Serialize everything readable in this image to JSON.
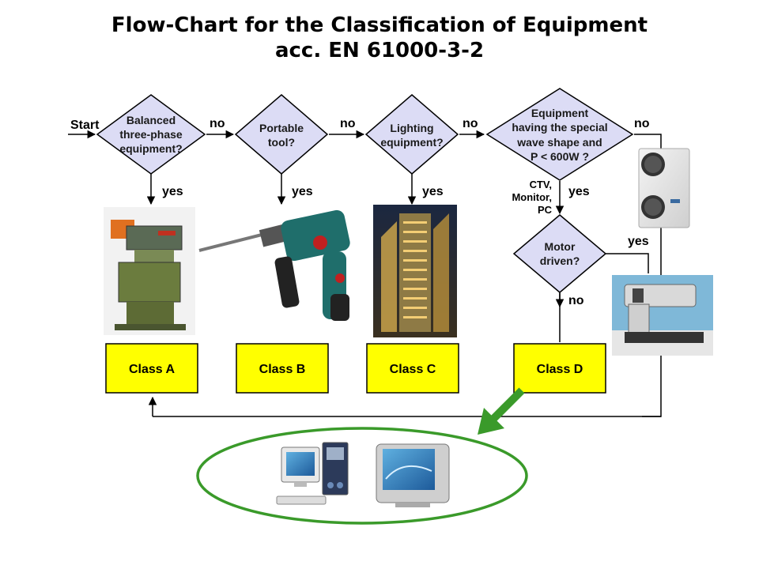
{
  "title": {
    "line1": "Flow-Chart for the Classification of Equipment",
    "line2": "acc. EN 61000-3-2"
  },
  "flow": {
    "start_label": "Start",
    "decisions": [
      {
        "lines": [
          "Balanced",
          "three-phase",
          "equipment?"
        ]
      },
      {
        "lines": [
          "Portable",
          "tool?"
        ]
      },
      {
        "lines": [
          "Lighting",
          "equipment?"
        ]
      },
      {
        "lines": [
          "Equipment",
          "having the special",
          "wave shape and",
          "P < 600W ?"
        ]
      },
      {
        "lines": [
          "Motor",
          "driven?"
        ]
      }
    ],
    "branch_labels": {
      "no": "no",
      "yes": "yes"
    },
    "side_note": [
      "CTV,",
      "Monitor,",
      "PC"
    ],
    "classes": [
      "Class A",
      "Class B",
      "Class C",
      "Class D"
    ]
  },
  "colors": {
    "diamond_fill": "#dcdcf5",
    "class_fill": "#ffff00",
    "ellipse_stroke": "#3a9a2a",
    "arrow_green": "#3a9a2a"
  },
  "icons": {
    "band_saw": "band-saw-photo",
    "drill": "power-drill-photo",
    "building": "lit-building-photo",
    "ac_unit": "air-conditioner-photo",
    "sewing": "industrial-sewing-machine-photo",
    "pc": "desktop-pc-icon",
    "tv": "television-icon"
  }
}
